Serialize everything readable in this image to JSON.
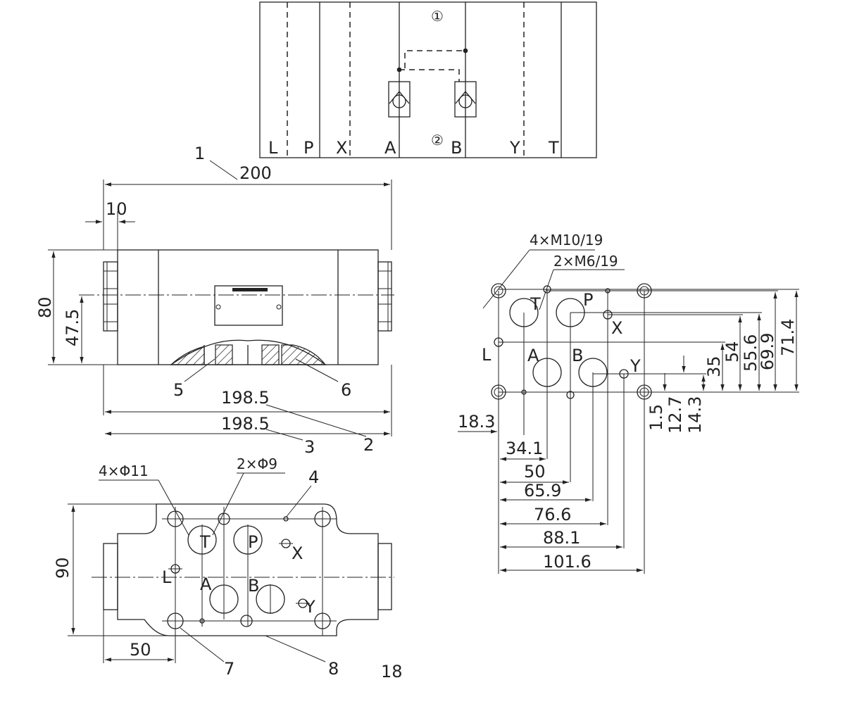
{
  "schematic": {
    "top_marker": "①",
    "bottom_marker": "②",
    "ports": [
      "L",
      "P",
      "X",
      "A",
      "B",
      "Y",
      "T"
    ]
  },
  "front_view": {
    "callout_1": "1",
    "dim_width": "200",
    "dim_end": "10",
    "dim_height": "80",
    "dim_center": "47.5",
    "callout_5": "5",
    "callout_6": "6",
    "dim_inner": "198.5",
    "dim_base": "198.5",
    "callout_2": "2",
    "callout_3": "3"
  },
  "bottom_view": {
    "mount_holes": "4×Φ11",
    "pin_holes": "2×Φ9",
    "callout_4": "4",
    "ports": {
      "T": "T",
      "P": "P",
      "X": "X",
      "L": "L",
      "A": "A",
      "B": "B",
      "Y": "Y"
    },
    "dim_height": "90",
    "dim_offset": "50",
    "callout_7": "7",
    "callout_8": "8",
    "page_fragment": "18"
  },
  "interface_view": {
    "bolt_threads": "4×M10/19",
    "pin_threads": "2×M6/19",
    "ports": {
      "T": "T",
      "P": "P",
      "X": "X",
      "L": "L",
      "A": "A",
      "B": "B",
      "Y": "Y"
    },
    "vertical_dims": [
      "71.4",
      "69.9",
      "55.6",
      "54",
      "35",
      "14.3",
      "12.7",
      "1.5"
    ],
    "horizontal_dims": [
      "18.3",
      "34.1",
      "50",
      "65.9",
      "76.6",
      "88.1",
      "101.6"
    ]
  }
}
